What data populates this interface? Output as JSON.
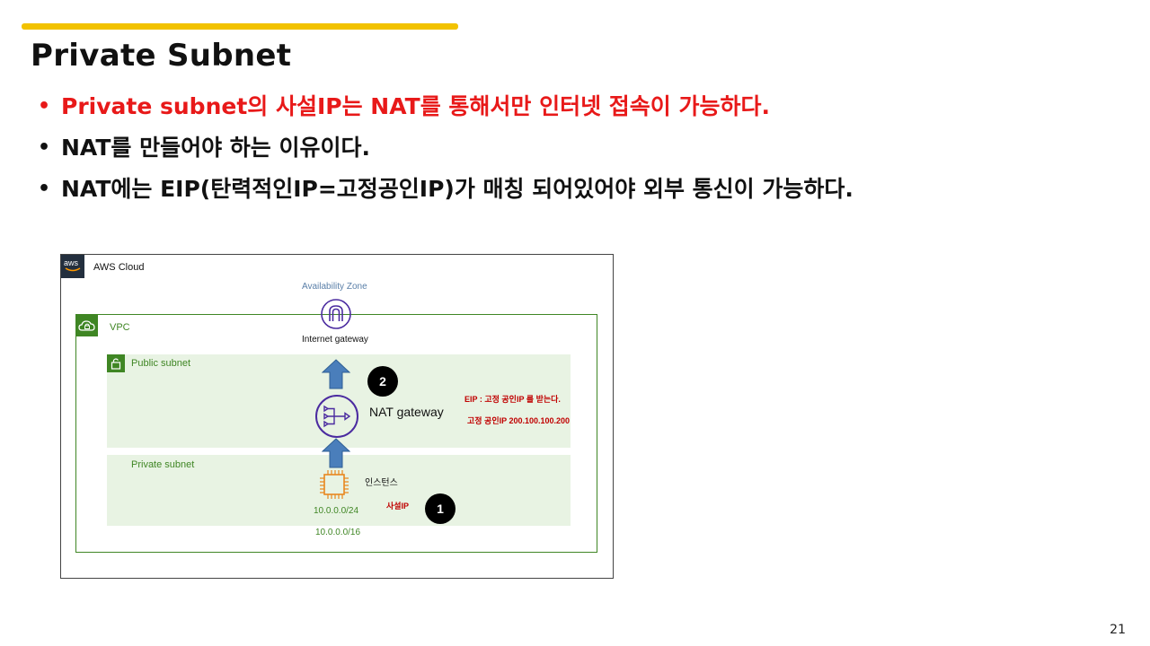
{
  "slide": {
    "title": "Private Subnet",
    "page_number": "21",
    "accent_color": "#f2c200",
    "bullets": [
      {
        "text": "Private subnet의 사설IP는 NAT를 통해서만 인터넷 접속이 가능하다.",
        "highlight_color": "#e81919"
      },
      {
        "text": "NAT를 만들어야 하는 이유이다."
      },
      {
        "text": "NAT에는 EIP(탄력적인IP=고정공인IP)가 매칭 되어있어야 외부 통신이 가능하다."
      }
    ]
  },
  "diagram": {
    "aws_logo_text": "aws",
    "cloud_label": "AWS Cloud",
    "az_label": "Availability Zone",
    "vpc_label": "VPC",
    "vpc_color": "#3f8624",
    "public_subnet_label": "Public subnet",
    "private_subnet_label": "Private subnet",
    "igw_label": "Internet gateway",
    "nat_label": "NAT gateway",
    "instance_label": "인스턴스",
    "subnet_cidr": "10.0.0.0/24",
    "vpc_cidr": "10.0.0.0/16",
    "eip_note": "EIP : 고정 공인IP 를 받는다.",
    "public_ip_note": "고정 공인IP 200.100.100.200",
    "private_ip_note": "사설IP",
    "step_1": "1",
    "step_2": "2",
    "icon_color": "#4b2ba0",
    "compute_color": "#e8871e",
    "arrow_color": "#4a7ebb"
  }
}
